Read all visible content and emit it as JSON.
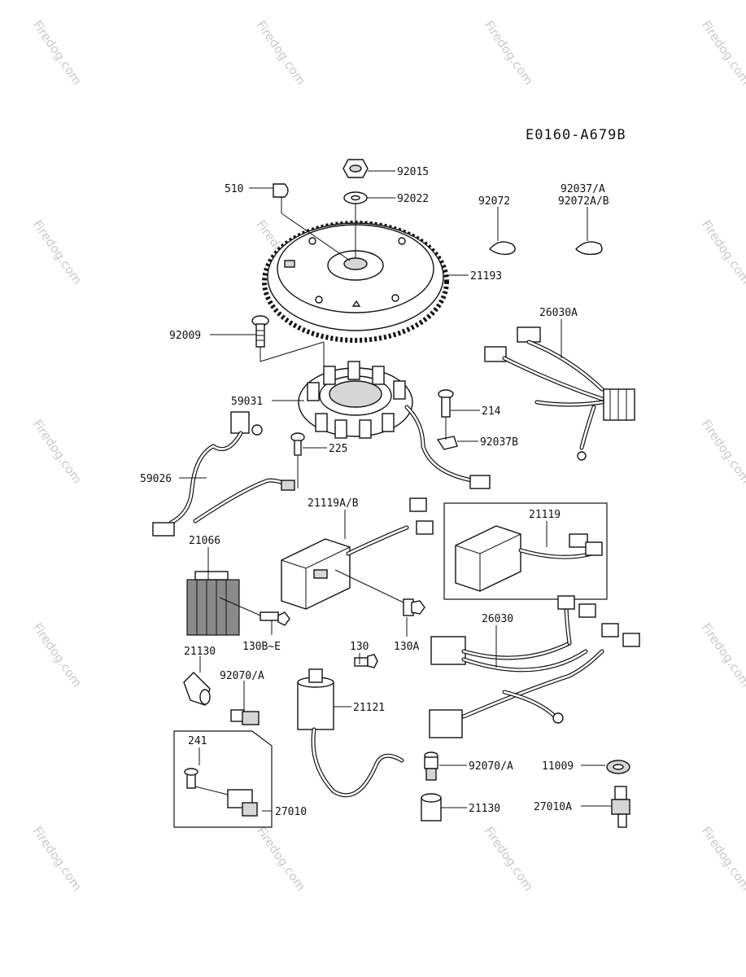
{
  "diagram": {
    "code": "E0160-A679B",
    "watermark": "Firedog.com",
    "parts": {
      "p510": "510",
      "p92015": "92015",
      "p92022": "92022",
      "p92072": "92072",
      "p92037a_1": "92037/A",
      "p92037a_2": "92072A/B",
      "p21193": "21193",
      "p26030a": "26030A",
      "p92009": "92009",
      "p59031": "59031",
      "p214": "214",
      "p92037b": "92037B",
      "p225": "225",
      "p59026": "59026",
      "p21119ab": "21119A/B",
      "p21119": "21119",
      "p21066": "21066",
      "p26030": "26030",
      "p130": "130",
      "p130a": "130A",
      "p130be": "130B~E",
      "p21130a": "21130",
      "p92070a_1": "92070/A",
      "p21121": "21121",
      "p241": "241",
      "p27010": "27010",
      "p92070a_2": "92070/A",
      "p11009": "11009",
      "p21130b": "21130",
      "p27010a": "27010A"
    }
  }
}
